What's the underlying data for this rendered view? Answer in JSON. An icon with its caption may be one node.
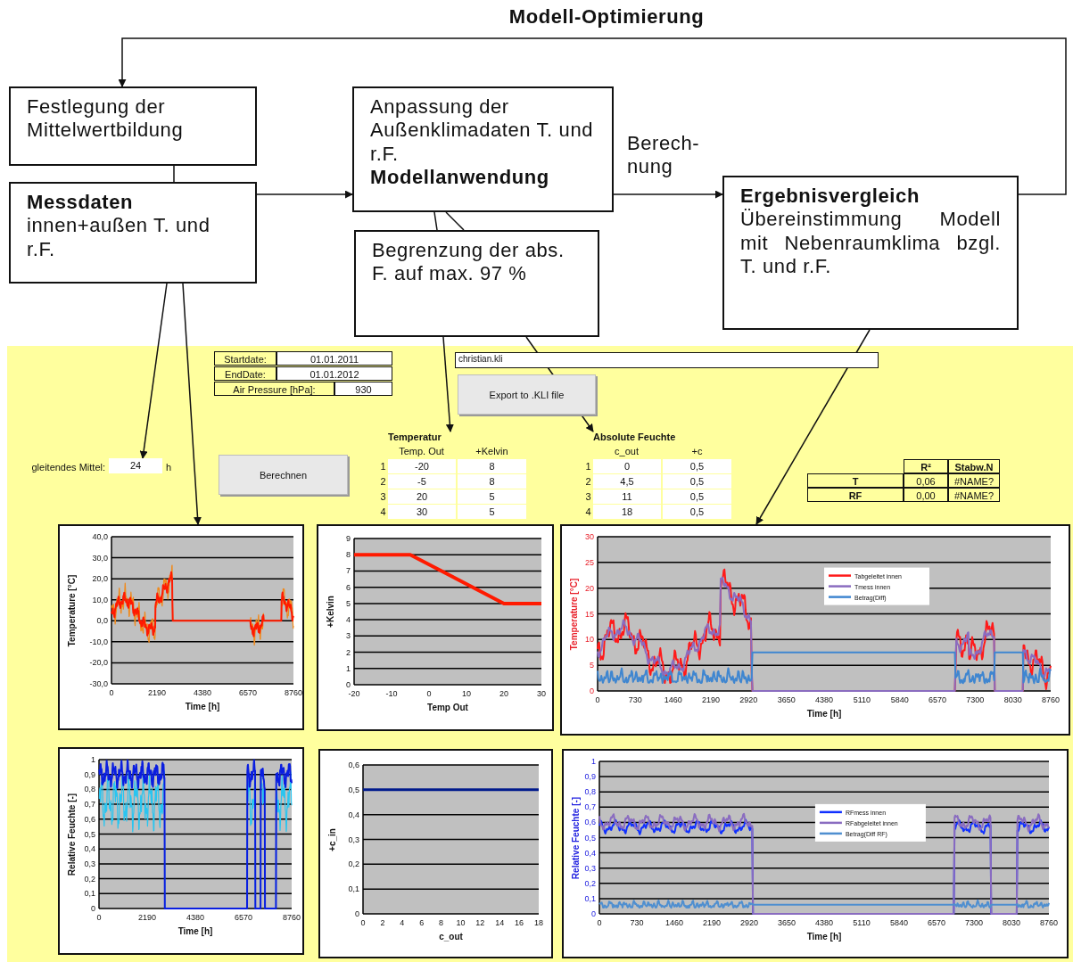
{
  "diagram": {
    "nodes": [
      {
        "text": [
          "Festlegung der Mittelwertbildung"
        ]
      },
      {
        "text": [
          "Messdaten",
          "innen+außen T. und r.F."
        ]
      },
      {
        "text": [
          "Anpassung der Außenklimadaten T. und r.F.",
          "Modellanwendung"
        ]
      },
      {
        "text": [
          "Begrenzung der abs. F. auf max. 97 %"
        ]
      },
      {
        "text": [
          "Ergebnisvergleich",
          "Übereinstimmung Modell mit Nebenraumklima bzgl. T. und r.F."
        ]
      },
      {
        "text": [],
        "shape": "box"
      },
      {
        "text": [
          "24"
        ],
        "in": 5,
        "beside": [
          "gleitendes Mittel:",
          "h"
        ]
      },
      {
        "text": [
          "Temperatur"
        ],
        "in": 5
      },
      {
        "text": [
          "Absolute Feuchte"
        ],
        "in": 5
      },
      {
        "text": [
          "Temperature [°C]",
          "Time [h]"
        ],
        "in": 5
      },
      {
        "text": [
          "+Kelvin",
          "Temp Out"
        ],
        "in": 5
      },
      {
        "text": [
          "Temperature [°C]",
          "Time [h]"
        ],
        "in": 5
      },
      {
        "text": [
          "Relative Feuchte [-]",
          "Time [h]"
        ],
        "in": 5
      },
      {
        "text": [
          "+c_in",
          "c_out"
        ],
        "in": 5
      },
      {
        "text": [
          "Relative Feuchte [-]",
          "Time [h]"
        ],
        "in": 5
      }
    ],
    "edges": [
      {
        "from": 0,
        "to": 1,
        "arrow": "none"
      },
      {
        "from": 1,
        "to": 2,
        "arrow": "to"
      },
      {
        "from": 2,
        "to": 4,
        "arrow": "to",
        "label": "Berech-nung"
      },
      {
        "from": 4,
        "to": 0,
        "arrow": "to",
        "label": "Modell-Optimierung"
      },
      {
        "from": 2,
        "to": 3,
        "arrow": "none"
      },
      {
        "from": 2,
        "to": 3,
        "arrow": "none"
      },
      {
        "from": 3,
        "to": 7,
        "arrow": "to"
      },
      {
        "from": 3,
        "to": 8,
        "arrow": "to"
      },
      {
        "from": 1,
        "to": 6,
        "arrow": "to"
      },
      {
        "from": 1,
        "to": 9,
        "arrow": "to"
      },
      {
        "from": 4,
        "to": 11,
        "arrow": "to"
      }
    ],
    "labels": [
      "Startdate:",
      "01.01.2011",
      "EndDate:",
      "01.01.2012",
      "Air Pressure [hPa]:",
      "930",
      "christian.kli",
      "Export to .KLI file",
      "Berechnen",
      "Temp. Out",
      "+Kelvin",
      "1",
      "-20",
      "8",
      "2",
      "-5",
      "8",
      "3",
      "20",
      "5",
      "4",
      "30",
      "5",
      "c_out",
      "+c",
      "1",
      "0",
      "0,5",
      "2",
      "4,5",
      "0,5",
      "3",
      "11",
      "0,5",
      "4",
      "18",
      "0,5",
      "R²",
      "Stabw.N",
      "T",
      "0,06",
      "#NAME?",
      "RF",
      "0,00",
      "#NAME?",
      "40,0",
      "30,0",
      "20,0",
      "10,0",
      "0,0",
      "-10,0",
      "-20,0",
      "-30,0",
      "0",
      "2190",
      "4380",
      "6570",
      "8760",
      "9",
      "8",
      "7",
      "6",
      "5",
      "4",
      "3",
      "2",
      "1",
      "0",
      "-20",
      "-10",
      "0",
      "10",
      "20",
      "30",
      "30",
      "25",
      "20",
      "15",
      "10",
      "5",
      "0",
      "0",
      "730",
      "1460",
      "2190",
      "2920",
      "3650",
      "4380",
      "5110",
      "5840",
      "6570",
      "7300",
      "8030",
      "8760",
      "Tabgeleitet innen",
      "Tmess innen",
      "Betrag(Diff)",
      "1",
      "0,9",
      "0,8",
      "0,7",
      "0,6",
      "0,5",
      "0,4",
      "0,3",
      "0,2",
      "0,1",
      "0",
      "0",
      "2190",
      "4380",
      "6570",
      "8760",
      "0,6",
      "0,5",
      "0,4",
      "0,3",
      "0,2",
      "0,1",
      "0",
      "0",
      "2",
      "4",
      "6",
      "8",
      "10",
      "12",
      "14",
      "16",
      "18",
      "1",
      "0,9",
      "0,8",
      "0,7",
      "0,6",
      "0,5",
      "0,4",
      "0,3",
      "0,2",
      "0,1",
      "0",
      "0",
      "730",
      "1460",
      "2190",
      "2920",
      "3650",
      "4380",
      "5110",
      "5840",
      "6570",
      "7300",
      "8030",
      "8760",
      "RFmess innen",
      "RFabgeleitet innen",
      "Betrag(Diff RF)"
    ]
  }
}
